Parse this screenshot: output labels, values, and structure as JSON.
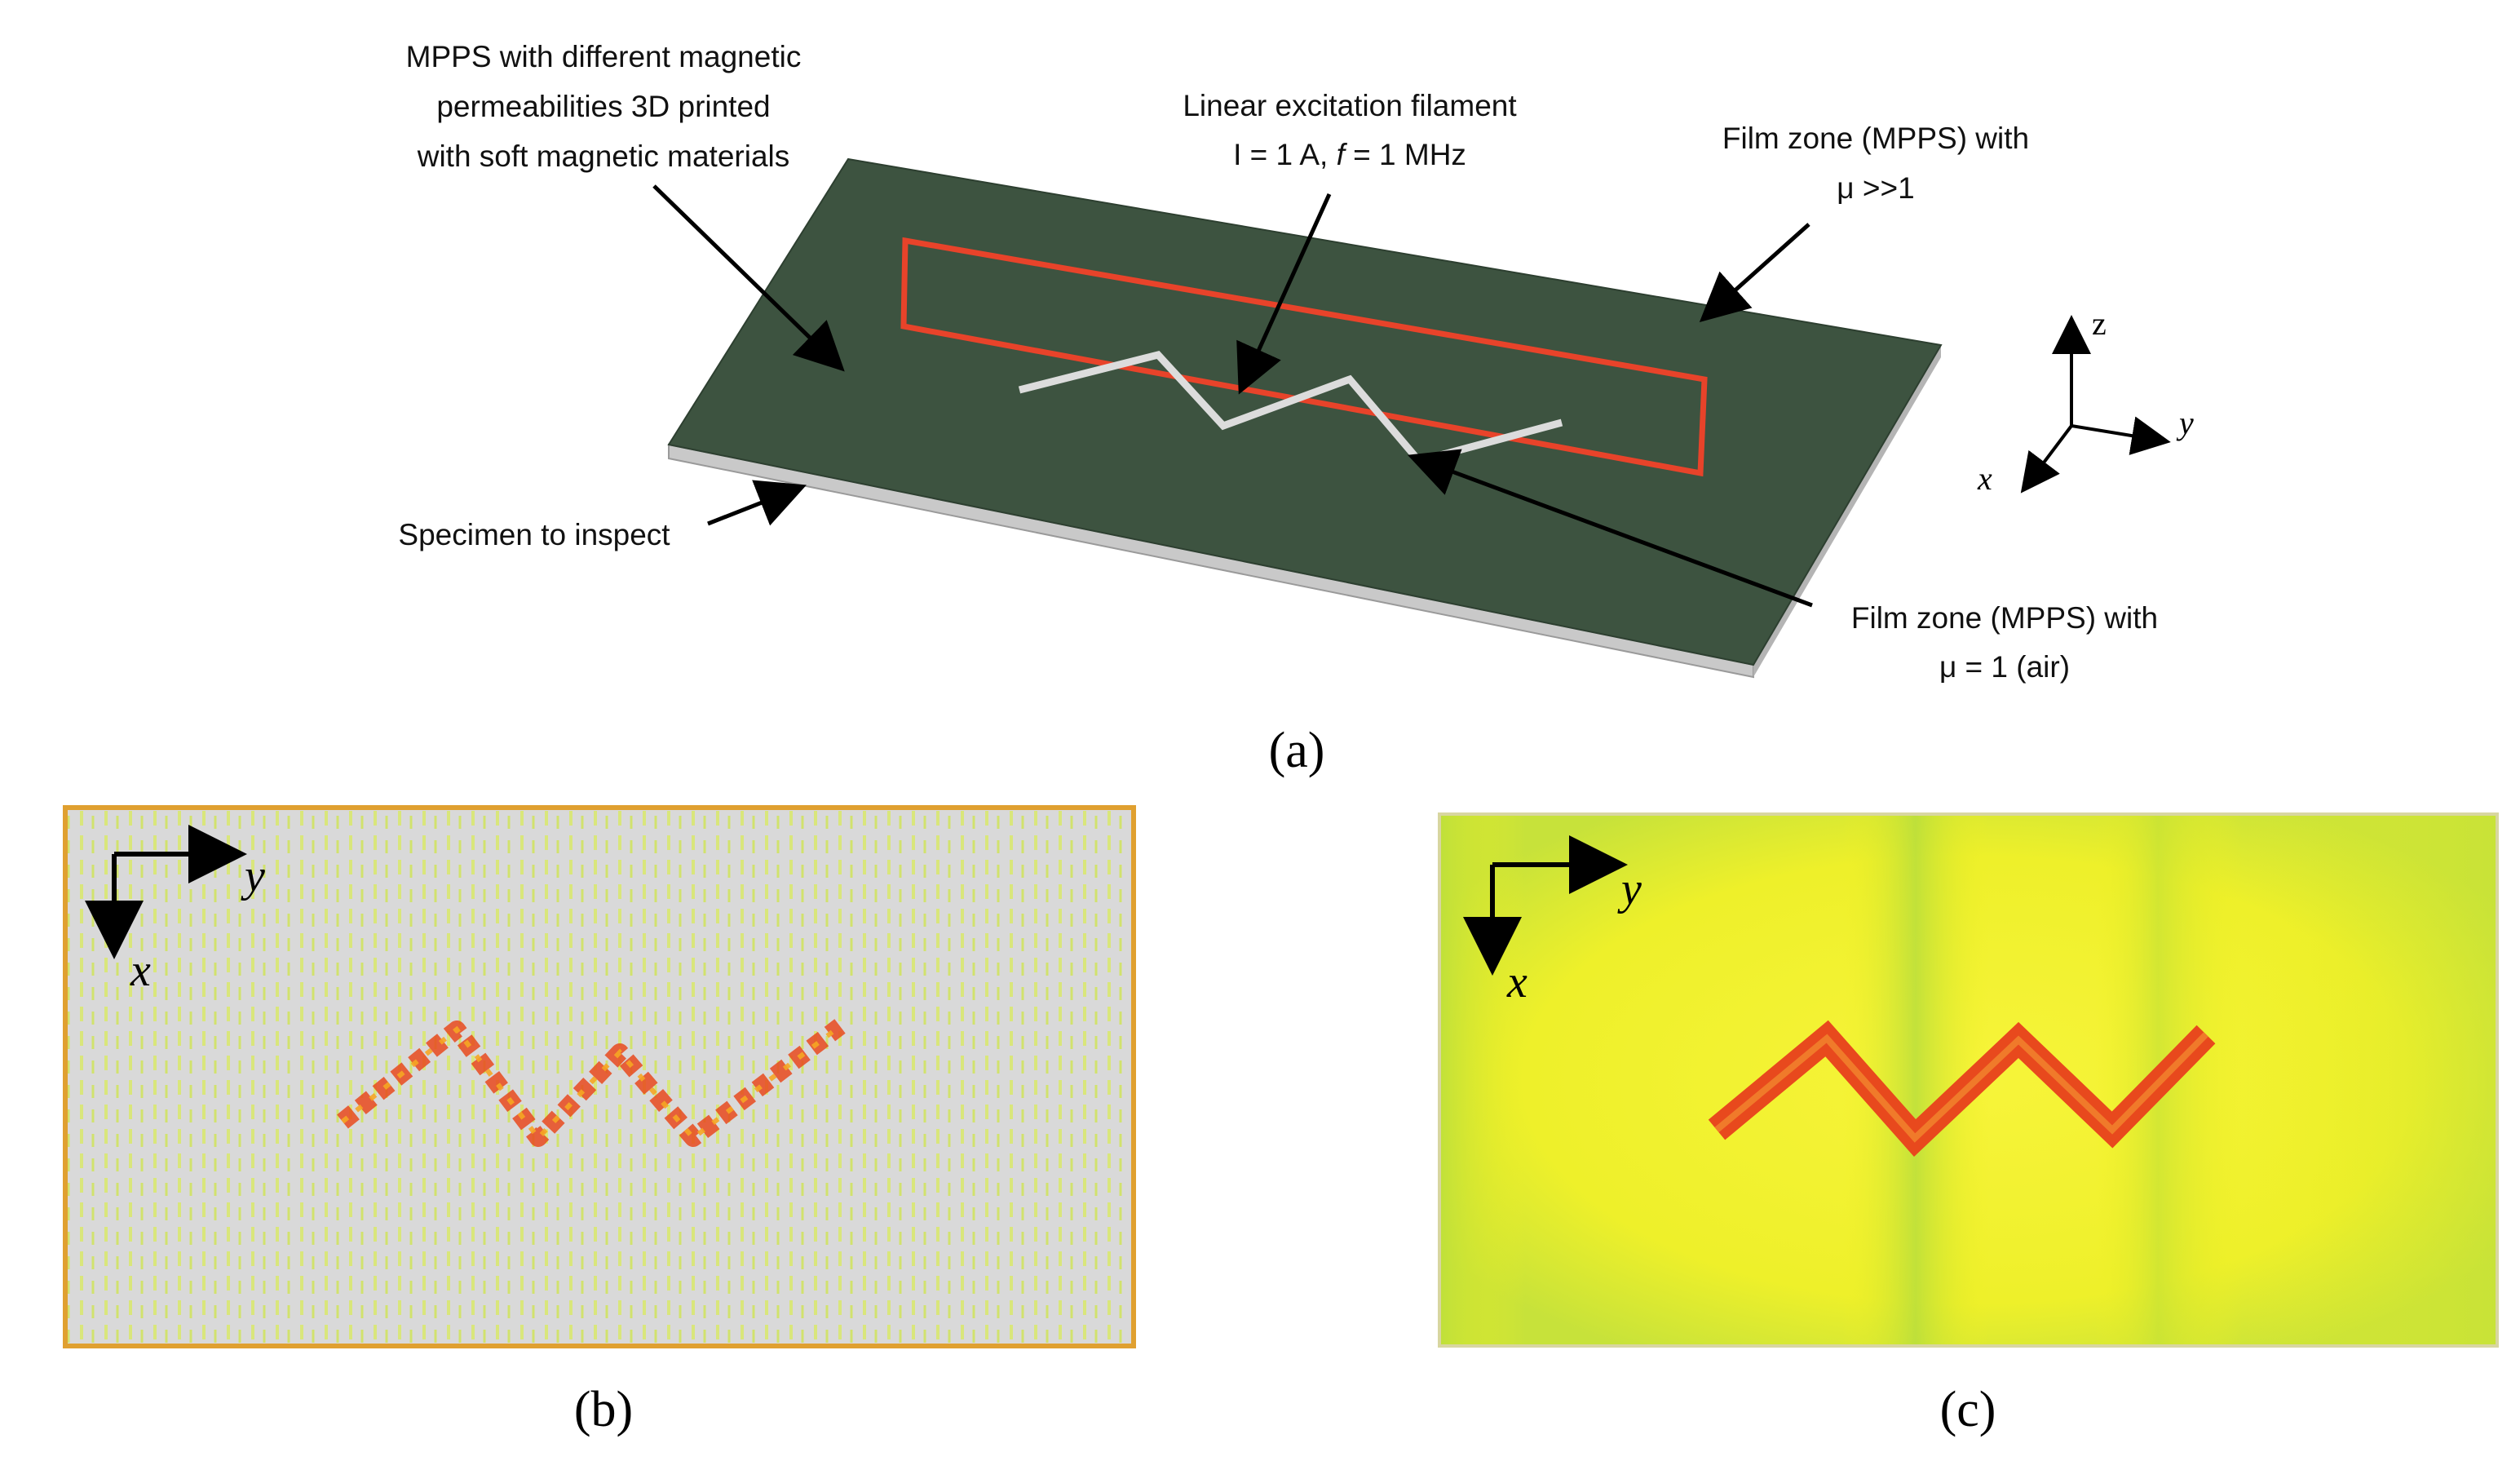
{
  "panels": {
    "a": {
      "caption": "(a)",
      "labels": {
        "mpps": [
          "MPPS with different magnetic",
          "permeabilities 3D printed",
          "with soft magnetic materials"
        ],
        "filament": [
          "Linear excitation filament",
          "I = 1 A, ",
          "f",
          " = 1 MHz"
        ],
        "film_high": [
          "Film zone (MPPS) with",
          "μ >>1"
        ],
        "specimen": "Specimen to inspect",
        "film_air": [
          "Film zone (MPPS) with",
          "μ = 1 (air)"
        ]
      },
      "axes": {
        "z": "z",
        "y": "y",
        "x": "x"
      }
    },
    "b": {
      "caption": "(b)",
      "axes": {
        "y": "y",
        "x": "x"
      }
    },
    "c": {
      "caption": "(c)",
      "axes": {
        "y": "y",
        "x": "x"
      }
    }
  },
  "colors": {
    "plate_top": "#3d5340",
    "specimen_edge": "#c9c9c9",
    "red_frame": "#e8432a",
    "filament": "#dcdcdc",
    "field_b_background": "#d9d9d9",
    "field_c_background": "#f2f020",
    "trace": "#e8491d"
  },
  "icons": [
    "arrow-icon",
    "axis-triad-icon"
  ]
}
